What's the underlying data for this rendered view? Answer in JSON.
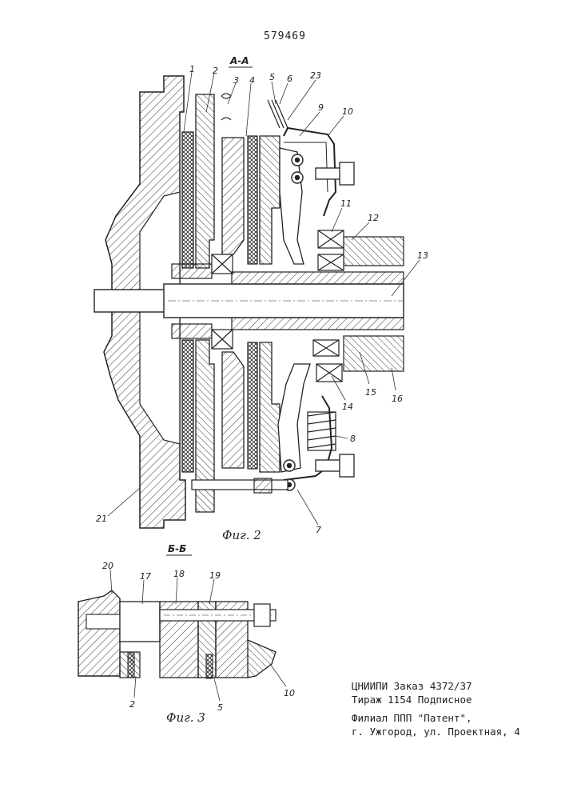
{
  "document": {
    "patent_number": "579469",
    "figures": [
      {
        "section": "А-А",
        "caption": "Фиг. 2",
        "callouts": [
          "1",
          "2",
          "3",
          "4",
          "5",
          "6",
          "23",
          "9",
          "10",
          "11",
          "12",
          "13",
          "15",
          "16",
          "14",
          "8",
          "7",
          "21"
        ]
      },
      {
        "section": "Б-Б",
        "caption": "Фиг. 3",
        "callouts": [
          "20",
          "17",
          "18",
          "19",
          "2",
          "5",
          "10"
        ]
      }
    ],
    "imprint": {
      "line1": "ЦНИИПИ Заказ 4372/37",
      "line2": "Тираж 1154 Подписное",
      "line3": "Филиал ППП \"Патент\",",
      "line4": "г. Ужгород, ул. Проектная, 4"
    }
  }
}
